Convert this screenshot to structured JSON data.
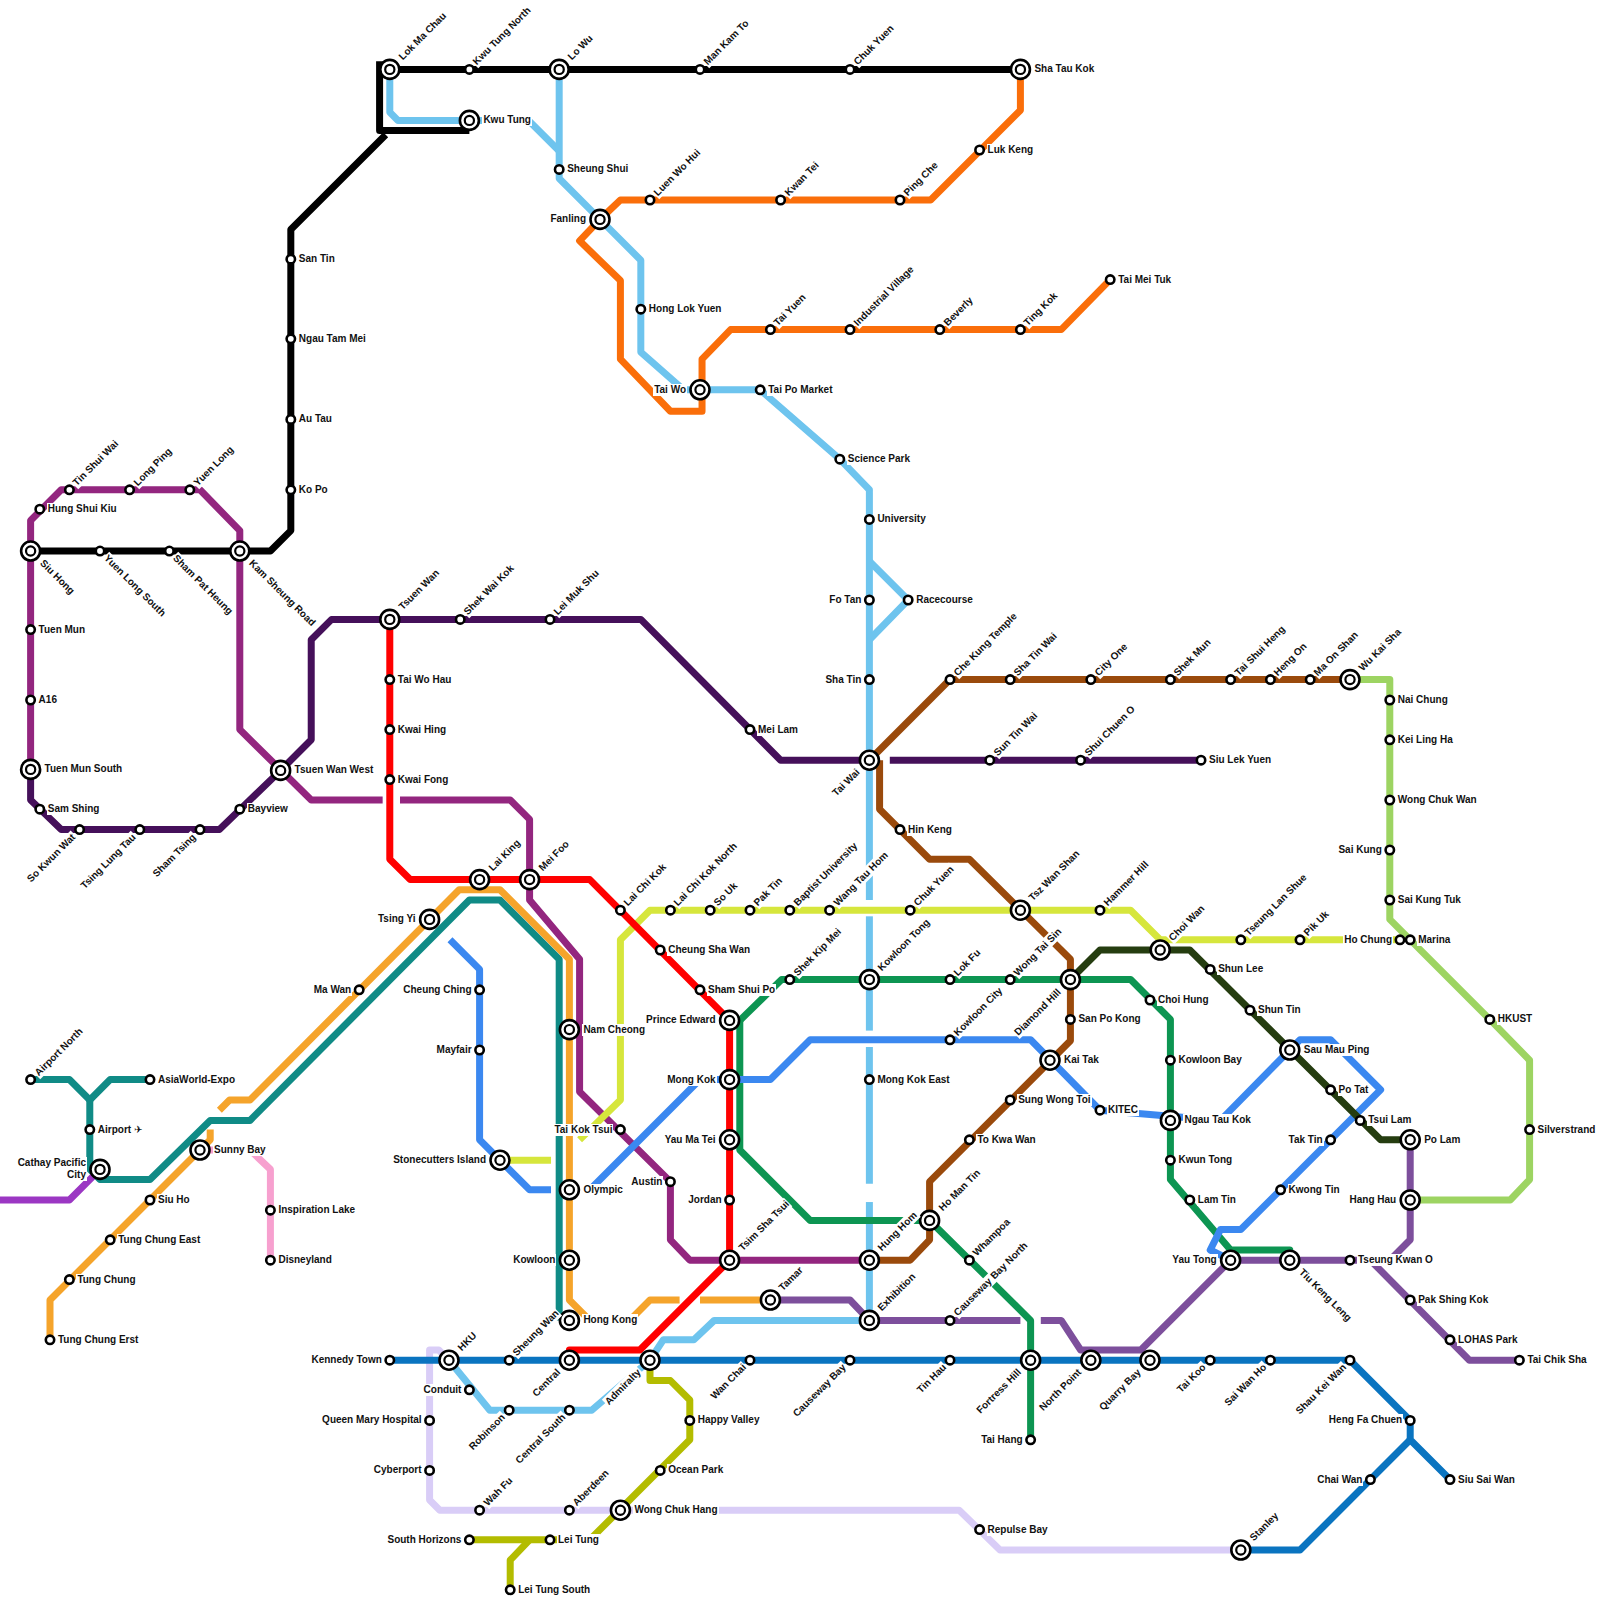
{
  "diagram": {
    "labels": [
      "Lok Ma Chau",
      "Kwu Tung North",
      "Lo Wu",
      "Man Kam To",
      "Chuk Yuen",
      "Sha Tau Kok",
      "Kwu Tung",
      "Sheung Shui",
      "Fanling",
      "Luen Wo Hui",
      "Kwan Tei",
      "Ping Che",
      "Luk Keng",
      "Hong Lok Yuen",
      "Tai Wo",
      "Tai Po Market",
      "Tai Yuen",
      "Industrial Village",
      "Beverly",
      "Ting Kok",
      "Tai Mei Tuk",
      "Science Park",
      "University",
      "Fo Tan",
      "Racecourse",
      "Sha Tin",
      "San Tin",
      "Ngau Tam Mei",
      "Au Tau",
      "Ko Po",
      "Tin Shui Wai",
      "Long Ping",
      "Yuen Long",
      "Hung Shui Kiu",
      "Siu Hong",
      "Yuen Long South",
      "Sham Pat Heung",
      "Kam Sheung Road",
      "Tsuen Wan",
      "Shek Wai Kok",
      "Lei Muk Shu",
      "Tuen Mun",
      "A16",
      "Mei Lam",
      "Tuen Mun South",
      "Tsuen Wan West",
      "Sam Shing",
      "Bayview",
      "So Kwun Wat",
      "Tsing Lung Tau",
      "Sham Tsing",
      "Che Kung Temple",
      "Sha Tin Wai",
      "City One",
      "Shek Mun",
      "Tai Shui Heng",
      "Heng On",
      "Ma On Shan",
      "Wu Kai Sha",
      "Nai Chung",
      "Kei Ling Ha",
      "Tai Wai",
      "Sun Tin Wai",
      "Shui Chuen O",
      "Siu Lek Yuen",
      "Wong Chuk Wan",
      "Tai Wo Hau",
      "Kwai Hing",
      "Kwai Fong",
      "Hin Keng",
      "Sai Kung",
      "Lai King",
      "Mei Foo",
      "Lai Chi Kok",
      "Lai Chi Kok North",
      "So Uk",
      "Pak Tin",
      "Baptist University",
      "Wang Tau Hom",
      "Chuk Yuen",
      "Tsz Wan Shan",
      "Hammer Hill",
      "Sai Kung Tuk",
      "Tsing Yi",
      "Cheung Sha Wan",
      "Choi Wan",
      "Tseung Lan Shue",
      "Pik Uk",
      "Ho Chung",
      "Marina",
      "Shun Lee",
      "Shek Kip Mei",
      "Kowloon Tong",
      "Lok Fu",
      "Wong Tai Sin",
      "Diamond Hill",
      "Ma Wan",
      "Cheung Ching",
      "Sham Shui Po",
      "Choi Hung",
      "Shun Tin",
      "Prince Edward",
      "Nam Cheong",
      "San Po Kong",
      "HKUST",
      "Kowloon City",
      "Mayfair",
      "Sau Mau Ping",
      "Kai Tak",
      "Kowloon Bay",
      "AsiaWorld-Expo",
      "Airport North",
      "Mong Kok",
      "Mong Kok East",
      "Po Tat",
      "Sung Wong Toi",
      "KITEC",
      "Ngau Tau Kok",
      "Tsui Lam",
      "Airport ✈",
      "Tai Kok Tsui",
      "Silverstrand",
      "Yau Ma Tei",
      "To Kwa Wan",
      "Tak Tin",
      "Po Lam",
      "Sunny Bay",
      "Stonecutters Island",
      "Kwun Tong",
      "Cathay Pacific City",
      "Austin",
      "Olympic",
      "Kwong Tin",
      "Siu Ho",
      "Jordan",
      "Lam Tin",
      "Hang Hau",
      "Inspiration Lake",
      "Ho Man Tin",
      "Tung Chung East",
      "Kowloon",
      "Tsim Sha Tsui",
      "Hung Hom",
      "Whampoa",
      "Yau Tong",
      "Tiu Keng Leng",
      "Tseung Kwan O",
      "Disneyland",
      "Tung Chung",
      "Tamar",
      "Pak Shing Kok",
      "Hong Kong",
      "Exhibition",
      "Causeway Bay North",
      "Tung Chung Erst",
      "LOHAS Park",
      "Kennedy Town",
      "HKU",
      "Sheung Wan",
      "Central",
      "Admiralty",
      "Wan Chai",
      "Causeway Bay",
      "Tin Hau",
      "Fortress Hill",
      "North Point",
      "Quarry Bay",
      "Tai Koo",
      "Sai Wan Ho",
      "Shau Kei Wan",
      "Tai Chik Sha",
      "Conduit",
      "Robinson",
      "Central South",
      "Happy Valley",
      "Queen Mary Hospital",
      "Heng Fa Chuen",
      "Tai Hang",
      "Cyberport",
      "Ocean Park",
      "Chai Wan",
      "Siu Sai Wan",
      "Wah Fu",
      "Aberdeen",
      "Wong Chuk Hang",
      "Repulse Bay",
      "South Horizons",
      "Lei Tung",
      "Stanley",
      "Lei Tung South"
    ]
  }
}
